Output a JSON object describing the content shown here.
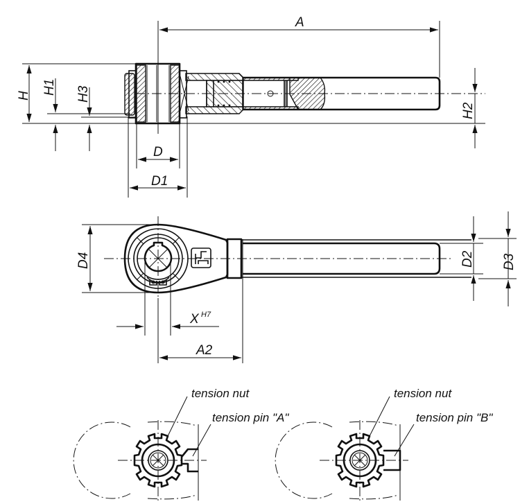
{
  "drawing": {
    "title": "Ratchet clamping lever technical drawing",
    "side_view": {
      "dimensions": {
        "A": "A",
        "H": "H",
        "H1": "H1",
        "H2": "H2",
        "H3": "H3",
        "D": "D",
        "D1": "D1"
      }
    },
    "top_view": {
      "dimensions": {
        "D2": "D2",
        "D3": "D3",
        "D4": "D4",
        "X": "X",
        "X_tolerance": "H7",
        "A2": "A2"
      },
      "logo": "kipp-logo"
    },
    "detail_views": [
      {
        "name": "detail-a",
        "nut_label": "tension nut",
        "pin_label": "tension pin \"A\""
      },
      {
        "name": "detail-b",
        "nut_label": "tension nut",
        "pin_label": "tension pin \"B\""
      }
    ]
  }
}
